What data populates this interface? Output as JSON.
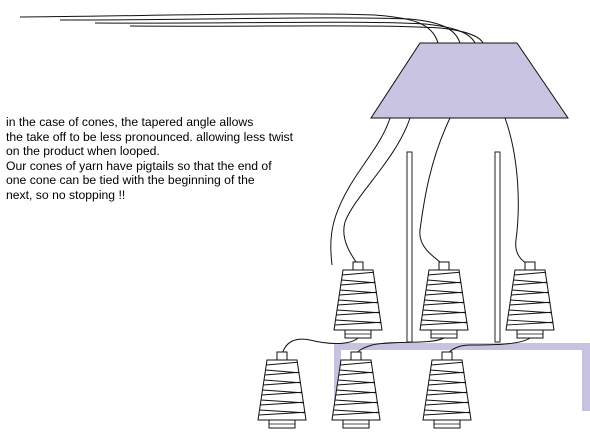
{
  "caption": {
    "lines": [
      "in the case of cones, the tapered angle allows",
      "the take off to be less pronounced. allowing less twist",
      "on the product when looped.",
      "Our cones of yarn have pigtails so that the end of",
      "one cone can be tied with the beginning of the",
      "next, so no stopping !!"
    ]
  },
  "colors": {
    "guide_fill": "#c8c4e2",
    "creel_frame": "#c6c2e0",
    "cone_stroke": "#111111",
    "cone_fill": "#ffffff",
    "yarn": "#111111"
  },
  "diagram": {
    "cone_count": 6,
    "upper_row_cones": 3,
    "lower_row_cones": 3,
    "yarn_guide_shape": "trapezoid",
    "icons": [
      "yarn-cone-icon",
      "yarn-guide-icon",
      "support-post-icon",
      "creel-frame-icon"
    ]
  }
}
